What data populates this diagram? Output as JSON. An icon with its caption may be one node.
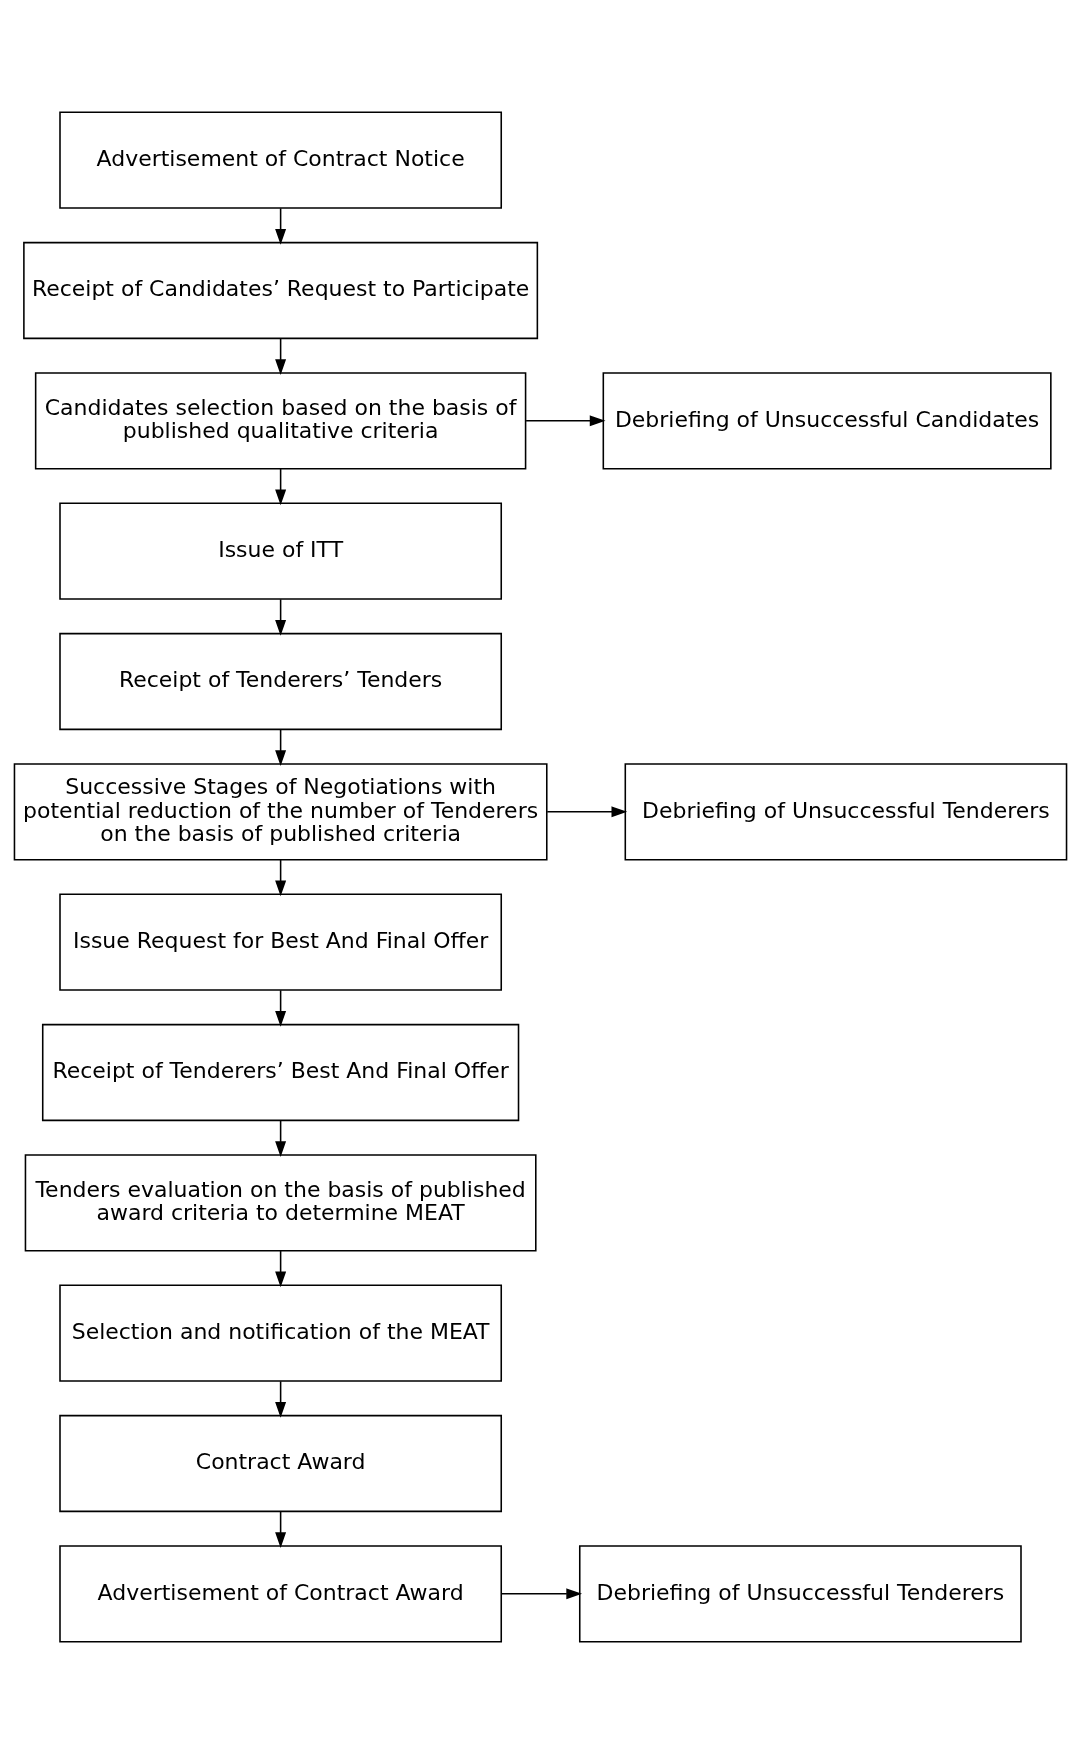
{
  "diagram": {
    "nodes": [
      {
        "text": [
          "Advertisement of Contract Notice"
        ]
      },
      {
        "text": [
          "Receipt of Candidates’ Request to Participate"
        ]
      },
      {
        "text": [
          "Candidates selection based on the basis of published qualitative criteria"
        ]
      },
      {
        "text": [
          "Debriefing of Unsuccessful Candidates"
        ]
      },
      {
        "text": [
          "Issue of ITT"
        ]
      },
      {
        "text": [
          "Receipt of Tenderers’ Tenders"
        ]
      },
      {
        "text": [
          "Successive Stages of Negotiations with potential reduction of the number of Tenderers on the basis of published criteria"
        ]
      },
      {
        "text": [
          "Debriefing of Unsuccessful Tenderers"
        ]
      },
      {
        "text": [
          "Issue Request for Best And Final Offer"
        ]
      },
      {
        "text": [
          "Receipt of Tenderers’ Best And Final Offer"
        ]
      },
      {
        "text": [
          "Tenders evaluation on the basis of published award criteria to determine MEAT"
        ]
      },
      {
        "text": [
          "Selection and notification of the MEAT"
        ]
      },
      {
        "text": [
          "Contract Award"
        ]
      },
      {
        "text": [
          "Advertisement of Contract Award"
        ]
      },
      {
        "text": [
          "Debriefing of Unsuccessful Tenderers"
        ]
      }
    ],
    "edges": [
      {
        "from": 0,
        "to": 1,
        "arrow": "to"
      },
      {
        "from": 1,
        "to": 2,
        "arrow": "to"
      },
      {
        "from": 2,
        "to": 3,
        "arrow": "to"
      },
      {
        "from": 2,
        "to": 4,
        "arrow": "to"
      },
      {
        "from": 4,
        "to": 5,
        "arrow": "to"
      },
      {
        "from": 5,
        "to": 6,
        "arrow": "to"
      },
      {
        "from": 6,
        "to": 7,
        "arrow": "to"
      },
      {
        "from": 6,
        "to": 8,
        "arrow": "to"
      },
      {
        "from": 8,
        "to": 9,
        "arrow": "to"
      },
      {
        "from": 9,
        "to": 10,
        "arrow": "to"
      },
      {
        "from": 10,
        "to": 11,
        "arrow": "to"
      },
      {
        "from": 11,
        "to": 12,
        "arrow": "to"
      },
      {
        "from": 12,
        "to": 13,
        "arrow": "to"
      },
      {
        "from": 13,
        "to": 14,
        "arrow": "to"
      }
    ]
  }
}
